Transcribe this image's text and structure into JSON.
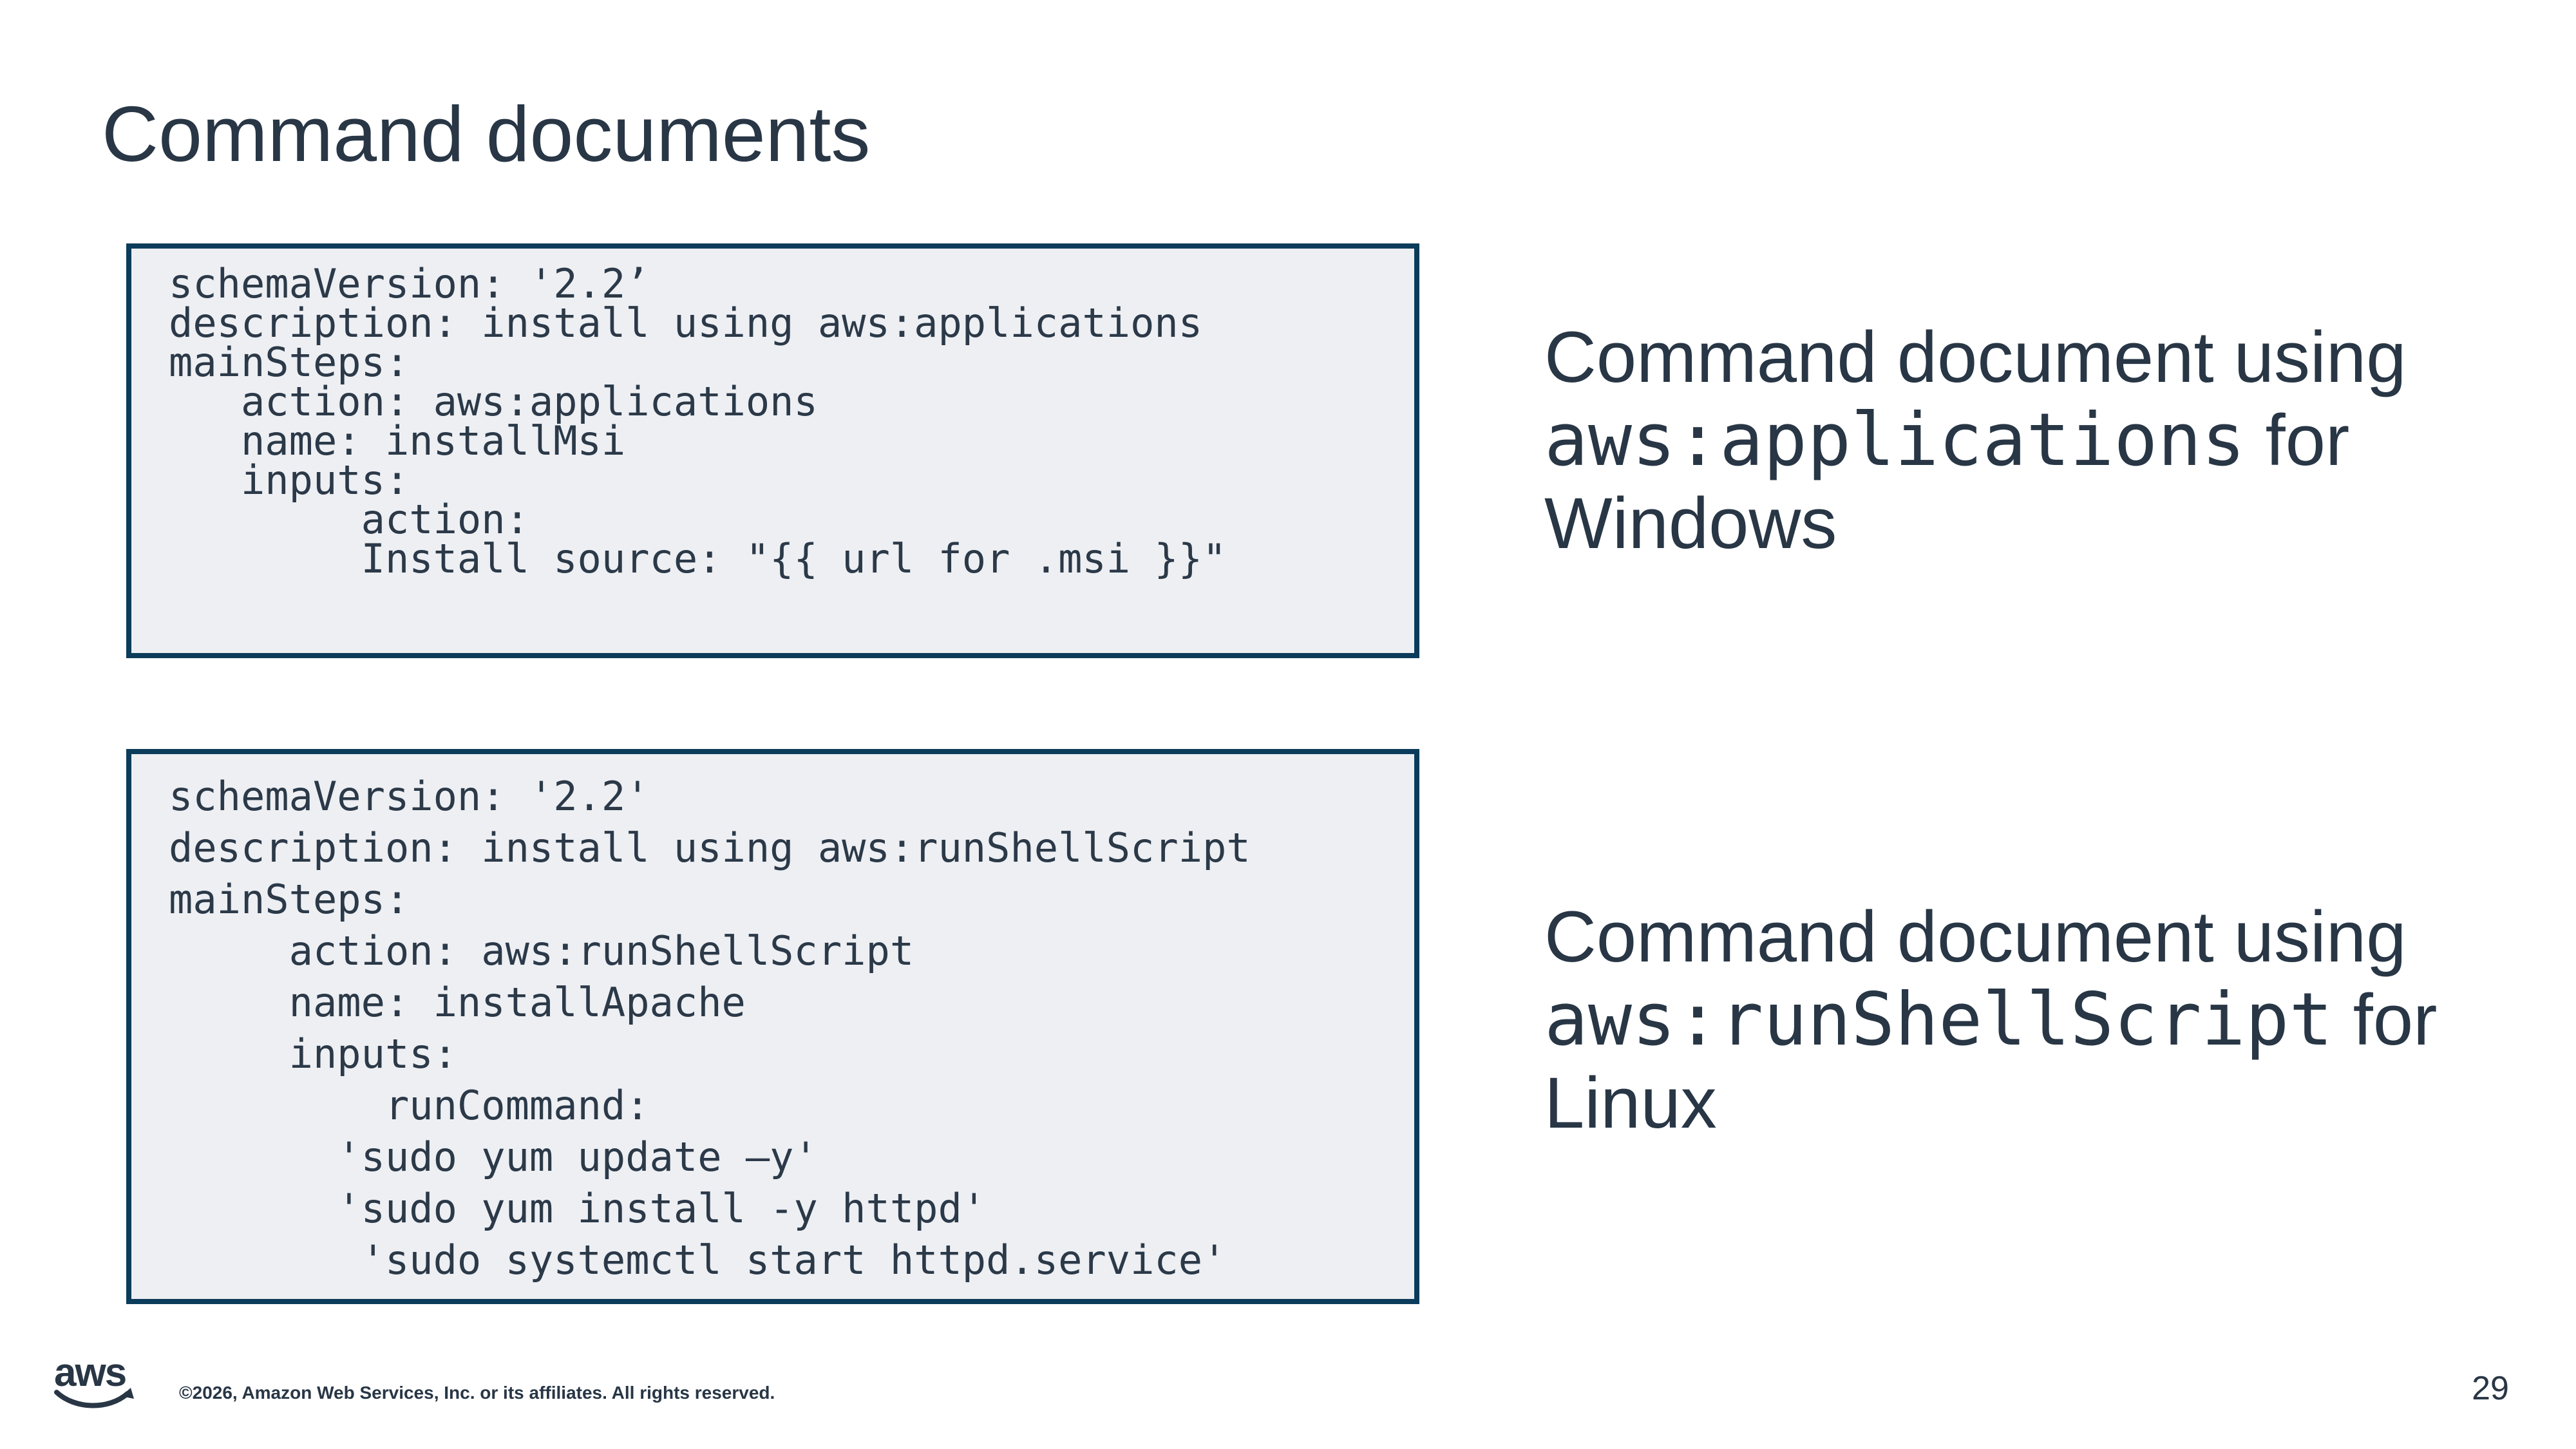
{
  "slide": {
    "title": "Command documents",
    "page_number": "29",
    "footer": {
      "logo_name": "aws-logo",
      "copyright": "©2026, Amazon Web Services, Inc. or its affiliates. All rights reserved."
    },
    "code_blocks": [
      {
        "id": "windows",
        "lines": [
          "schemaVersion: '2.2’",
          "description: install using aws:applications",
          "mainSteps:",
          "   action: aws:applications",
          "   name: installMsi",
          "   inputs:",
          "        action:",
          "        Install source: \"{{ url for .msi }}\""
        ]
      },
      {
        "id": "linux",
        "lines": [
          "schemaVersion: '2.2'",
          "description: install using aws:runShellScript",
          "mainSteps:",
          "     action: aws:runShellScript",
          "     name: installApache",
          "     inputs:",
          "         runCommand:",
          "       'sudo yum update –y'",
          "       'sudo yum install -y httpd'",
          "        'sudo systemctl start httpd.service'"
        ]
      }
    ],
    "captions": [
      {
        "prefix": "Command document using ",
        "code": "aws:applications",
        "suffix": " for ",
        "platform": "Windows"
      },
      {
        "prefix": "Command document using ",
        "code": "aws:runShellScript",
        "suffix": " for ",
        "platform": "Linux"
      }
    ]
  },
  "colors": {
    "ink": "#283645",
    "code-ink": "#2b3948",
    "box-border": "#0c3c5b",
    "box-fill": "#edeff3",
    "page-bg": "#ffffff"
  }
}
